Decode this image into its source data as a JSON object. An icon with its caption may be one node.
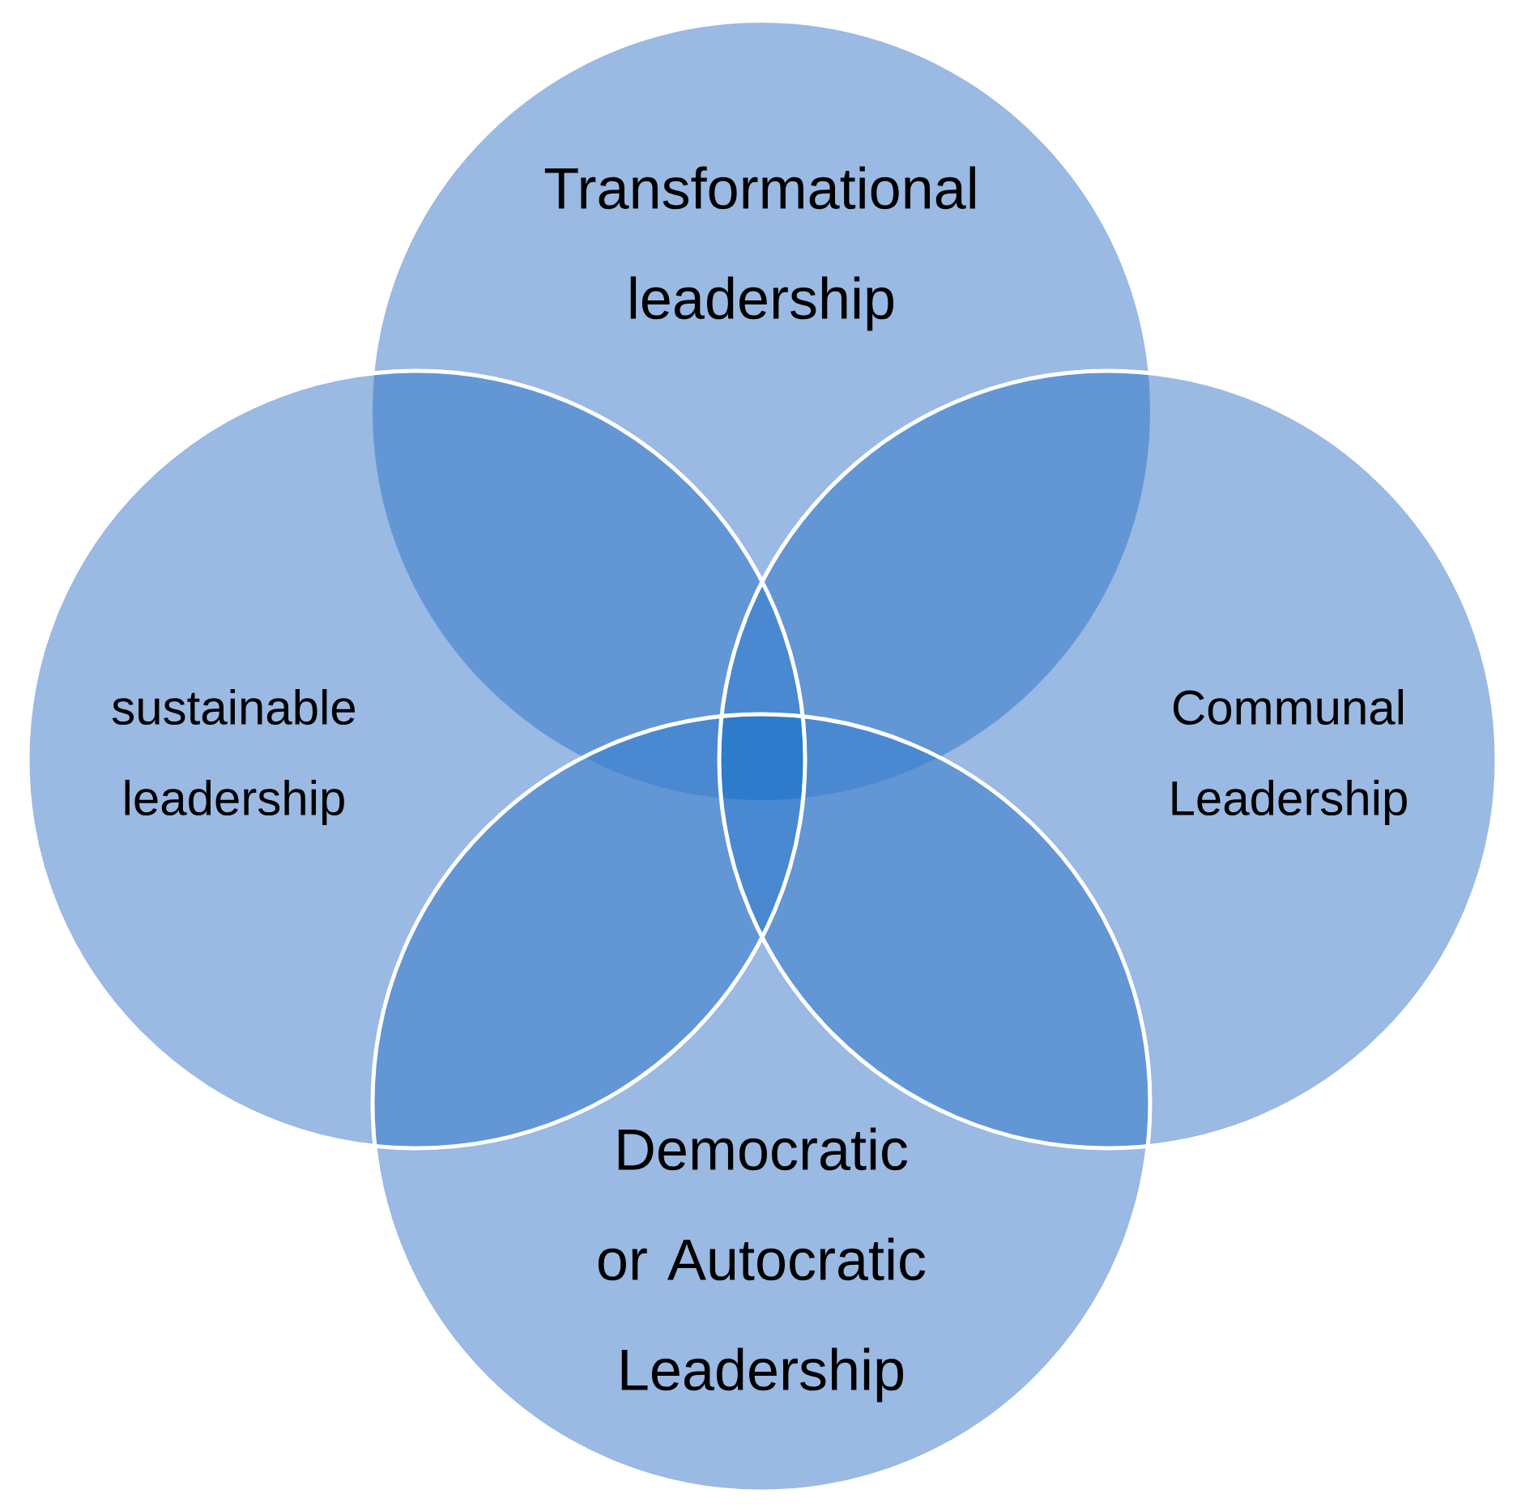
{
  "diagram": {
    "nodes": [
      {
        "text": [
          "Transformational leadership"
        ]
      },
      {
        "text": [
          "sustainable leadership"
        ]
      },
      {
        "text": [
          "Communal Leadership"
        ]
      },
      {
        "text": [
          "Democratic or Autocratic Leadership"
        ]
      }
    ]
  }
}
